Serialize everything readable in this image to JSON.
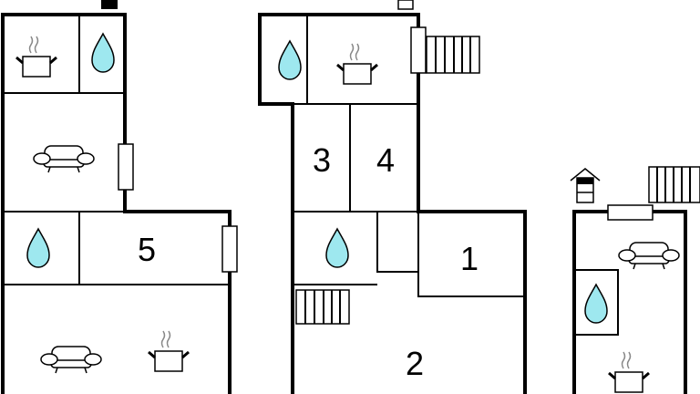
{
  "title": "Floor plan",
  "colors": {
    "wall": "#000000",
    "water": "#9ee8ef",
    "steam": "#888888"
  },
  "rooms": [
    {
      "number": "1",
      "type": "bedroom"
    },
    {
      "number": "2",
      "type": "bedroom"
    },
    {
      "number": "3",
      "type": "bedroom"
    },
    {
      "number": "4",
      "type": "bedroom"
    },
    {
      "number": "5",
      "type": "bedroom"
    }
  ],
  "icons": [
    "kitchen-icon",
    "bathroom-icon",
    "living-room-icon",
    "stairs-icon",
    "entrance-icon",
    "window"
  ]
}
